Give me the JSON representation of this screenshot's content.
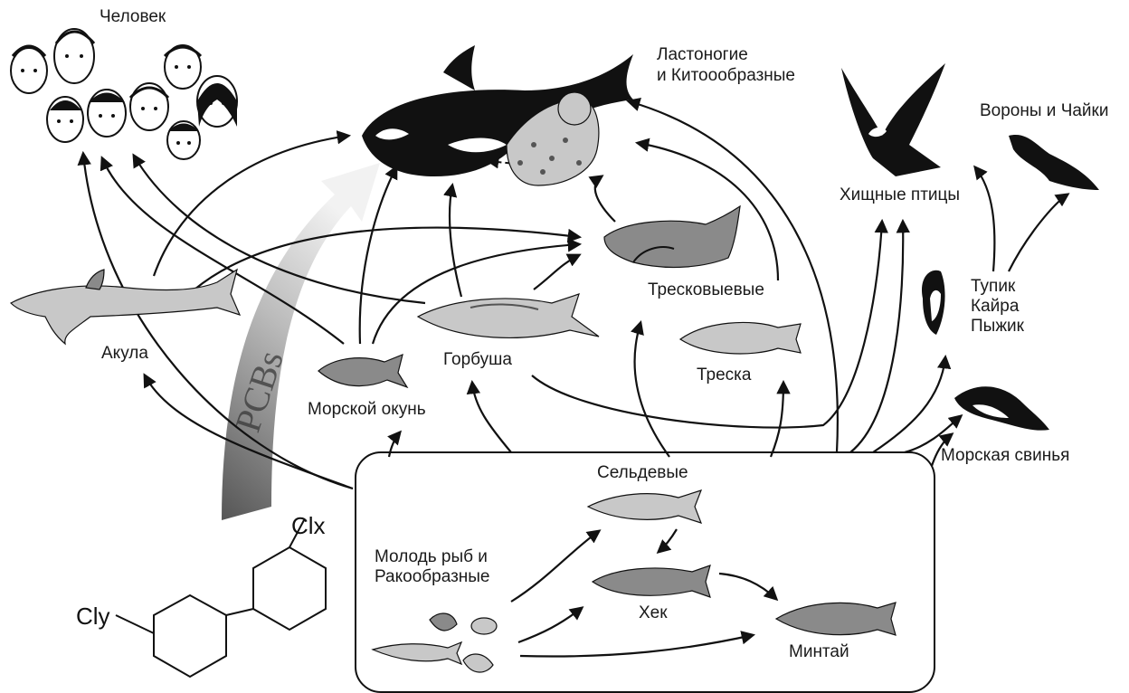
{
  "labels": {
    "human": "Человек",
    "pinnipeds": "Ластоногие\nи Китоообразные",
    "birds_prey": "Хищные птицы",
    "crows": "Вороны и Чайки",
    "cod_family": "Тресковыевые",
    "cod": "Треска",
    "puffin": "Тупик\nКайра\nПыжик",
    "porpoise": "Морская свинья",
    "shark": "Акула",
    "rockfish": "Морской окунь",
    "salmon": "Горбуша",
    "herring": "Сельдевые",
    "juveniles": "Молодь рыб и\nРакообразные",
    "hake": "Хек",
    "pollock": "Минтай",
    "pcbs": "PCBs"
  },
  "chem": {
    "cly": "Cly",
    "clx": "Clx"
  }
}
